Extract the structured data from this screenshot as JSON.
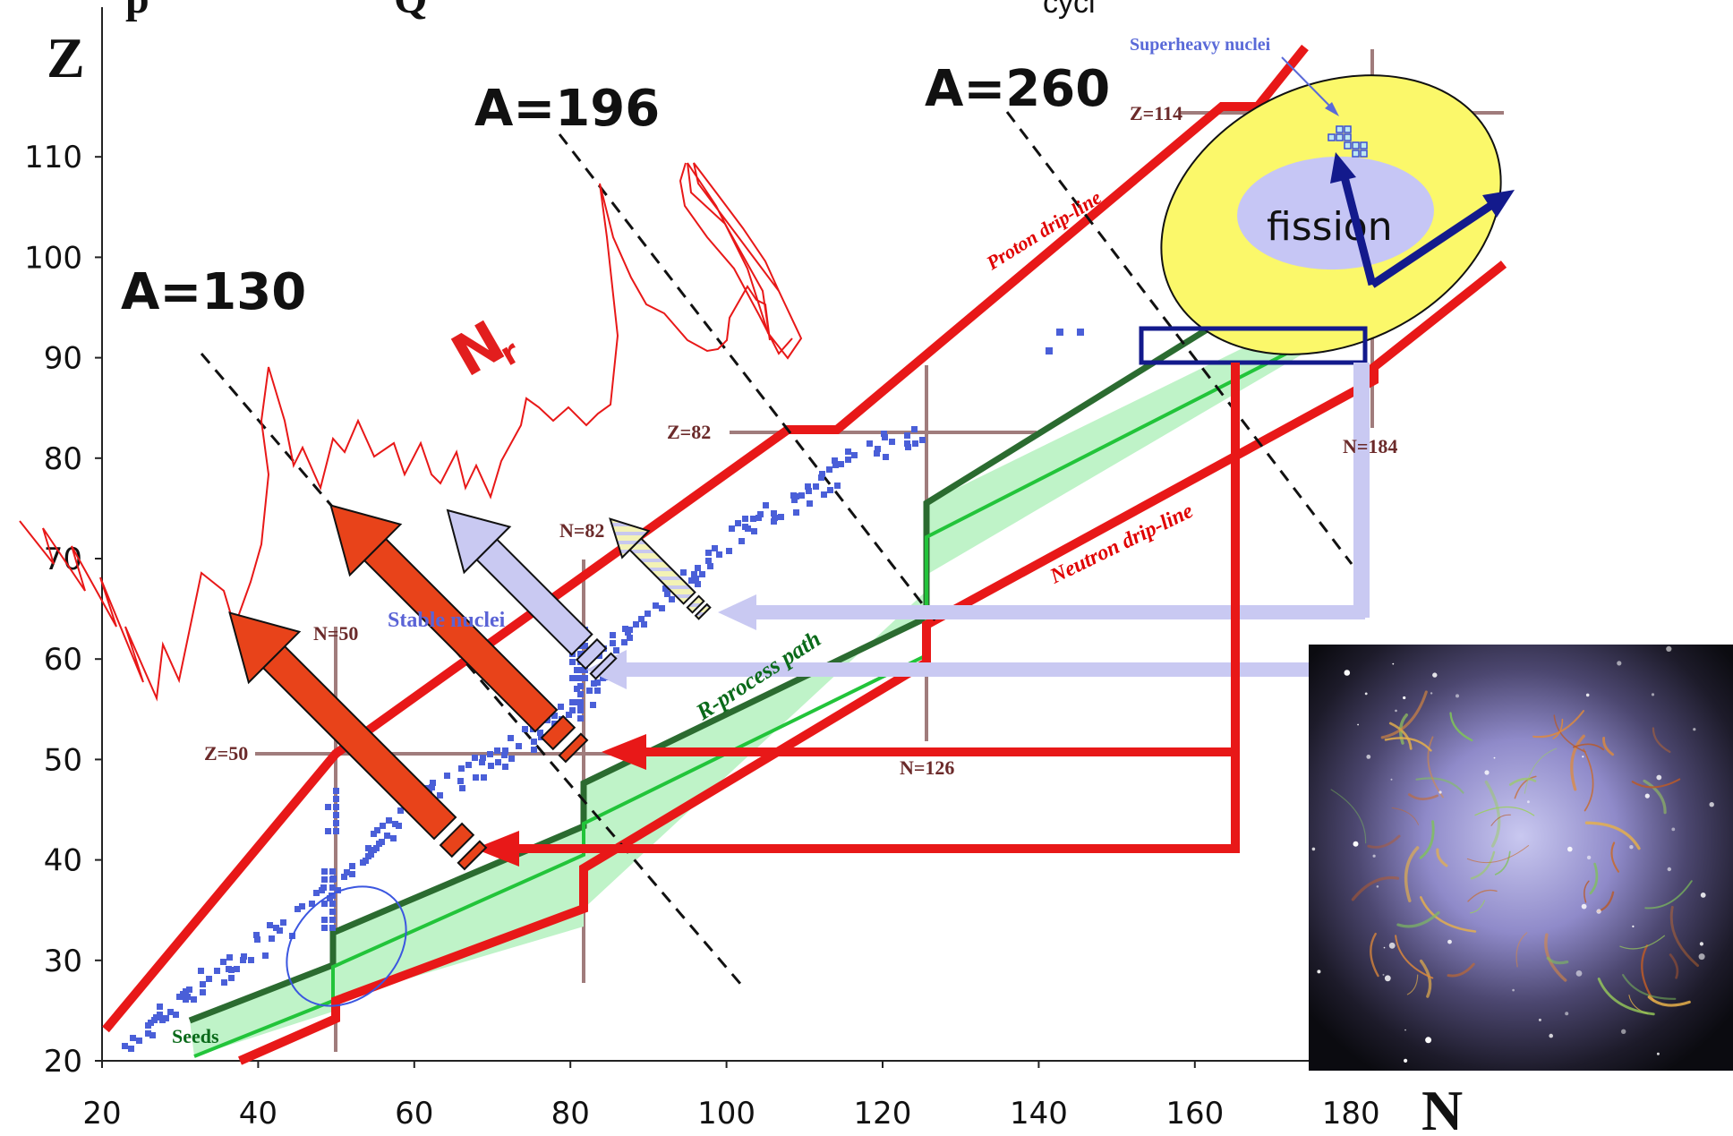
{
  "header_fragment_left": "p",
  "header_fragment_mid": "Q",
  "header_fragment_right": "cycl",
  "axes": {
    "y_name": "Z",
    "x_name": "N",
    "x_ticks": [
      "20",
      "40",
      "60",
      "80",
      "100",
      "120",
      "140",
      "160",
      "180"
    ],
    "y_ticks": [
      "20",
      "30",
      "40",
      "50",
      "60",
      "70",
      "80",
      "90",
      "100",
      "110"
    ]
  },
  "mass_labels": [
    "A=130",
    "A=196",
    "A=260"
  ],
  "magic": {
    "z50": "Z=50",
    "z82": "Z=82",
    "z114": "Z=114",
    "n50": "N=50",
    "n82": "N=82",
    "n126": "N=126",
    "n184": "N=184"
  },
  "region_labels": {
    "proton_drip": "Proton drip-line",
    "neutron_drip": "Neutron drip-line",
    "r_process": "R-process path",
    "stable": "Stable nuclei",
    "seeds": "Seeds",
    "superheavy": "Superheavy nuclei",
    "fission": "fission",
    "nr_main": "N",
    "nr_sub": "r"
  },
  "colors": {
    "drip_line": "#e81818",
    "r_band": "#bff3c8",
    "r_dark": "#2b6b30",
    "r_light": "#22c43a",
    "stable": "#4a5fd8",
    "magic_line": "#a07c7c",
    "fission_outer": "#fbf86a",
    "fission_inner": "#c6c6f5",
    "arrow_orange": "#e8431a",
    "arrow_lavender": "#c9c9f2",
    "arrow_navy": "#131a8c"
  }
}
